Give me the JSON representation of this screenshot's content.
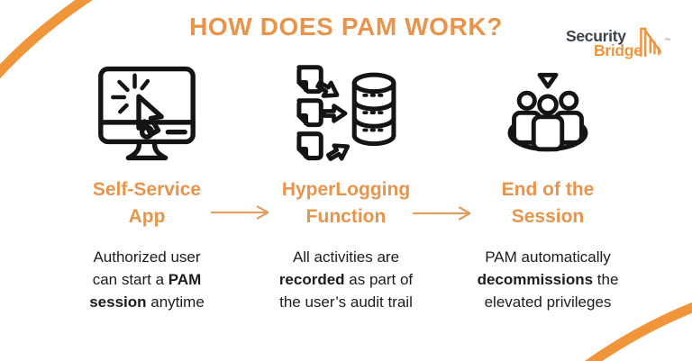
{
  "title": "HOW DOES PAM WORK?",
  "logo": {
    "security": "Security",
    "bridge": "Bridge",
    "tm": "™"
  },
  "colors": {
    "accent_orange": "#E8944A",
    "arc_orange": "#F1953B",
    "arrow_orange": "#DFA064",
    "icon_black": "#141414",
    "logo_dark": "#3A4149",
    "logo_orange": "#F0953C",
    "body_text": "#1C1C1C"
  },
  "columns": [
    {
      "icon": "monitor-cursor-icon",
      "heading_lines": [
        "Self-Service",
        "App"
      ],
      "body": {
        "pre": "Authorized user can start a ",
        "bold": "PAM session",
        "post": " anytime"
      }
    },
    {
      "icon": "docs-to-database-icon",
      "heading_lines": [
        "HyperLogging",
        "Function"
      ],
      "body": {
        "pre": "All activities are ",
        "bold": "recorded",
        "post": " as part of the user’s audit trail"
      }
    },
    {
      "icon": "people-group-icon",
      "heading_lines": [
        "End of the",
        "Session"
      ],
      "body": {
        "pre": "PAM automatically ",
        "bold": "decommissions",
        "post": " the elevated privileges"
      }
    }
  ]
}
